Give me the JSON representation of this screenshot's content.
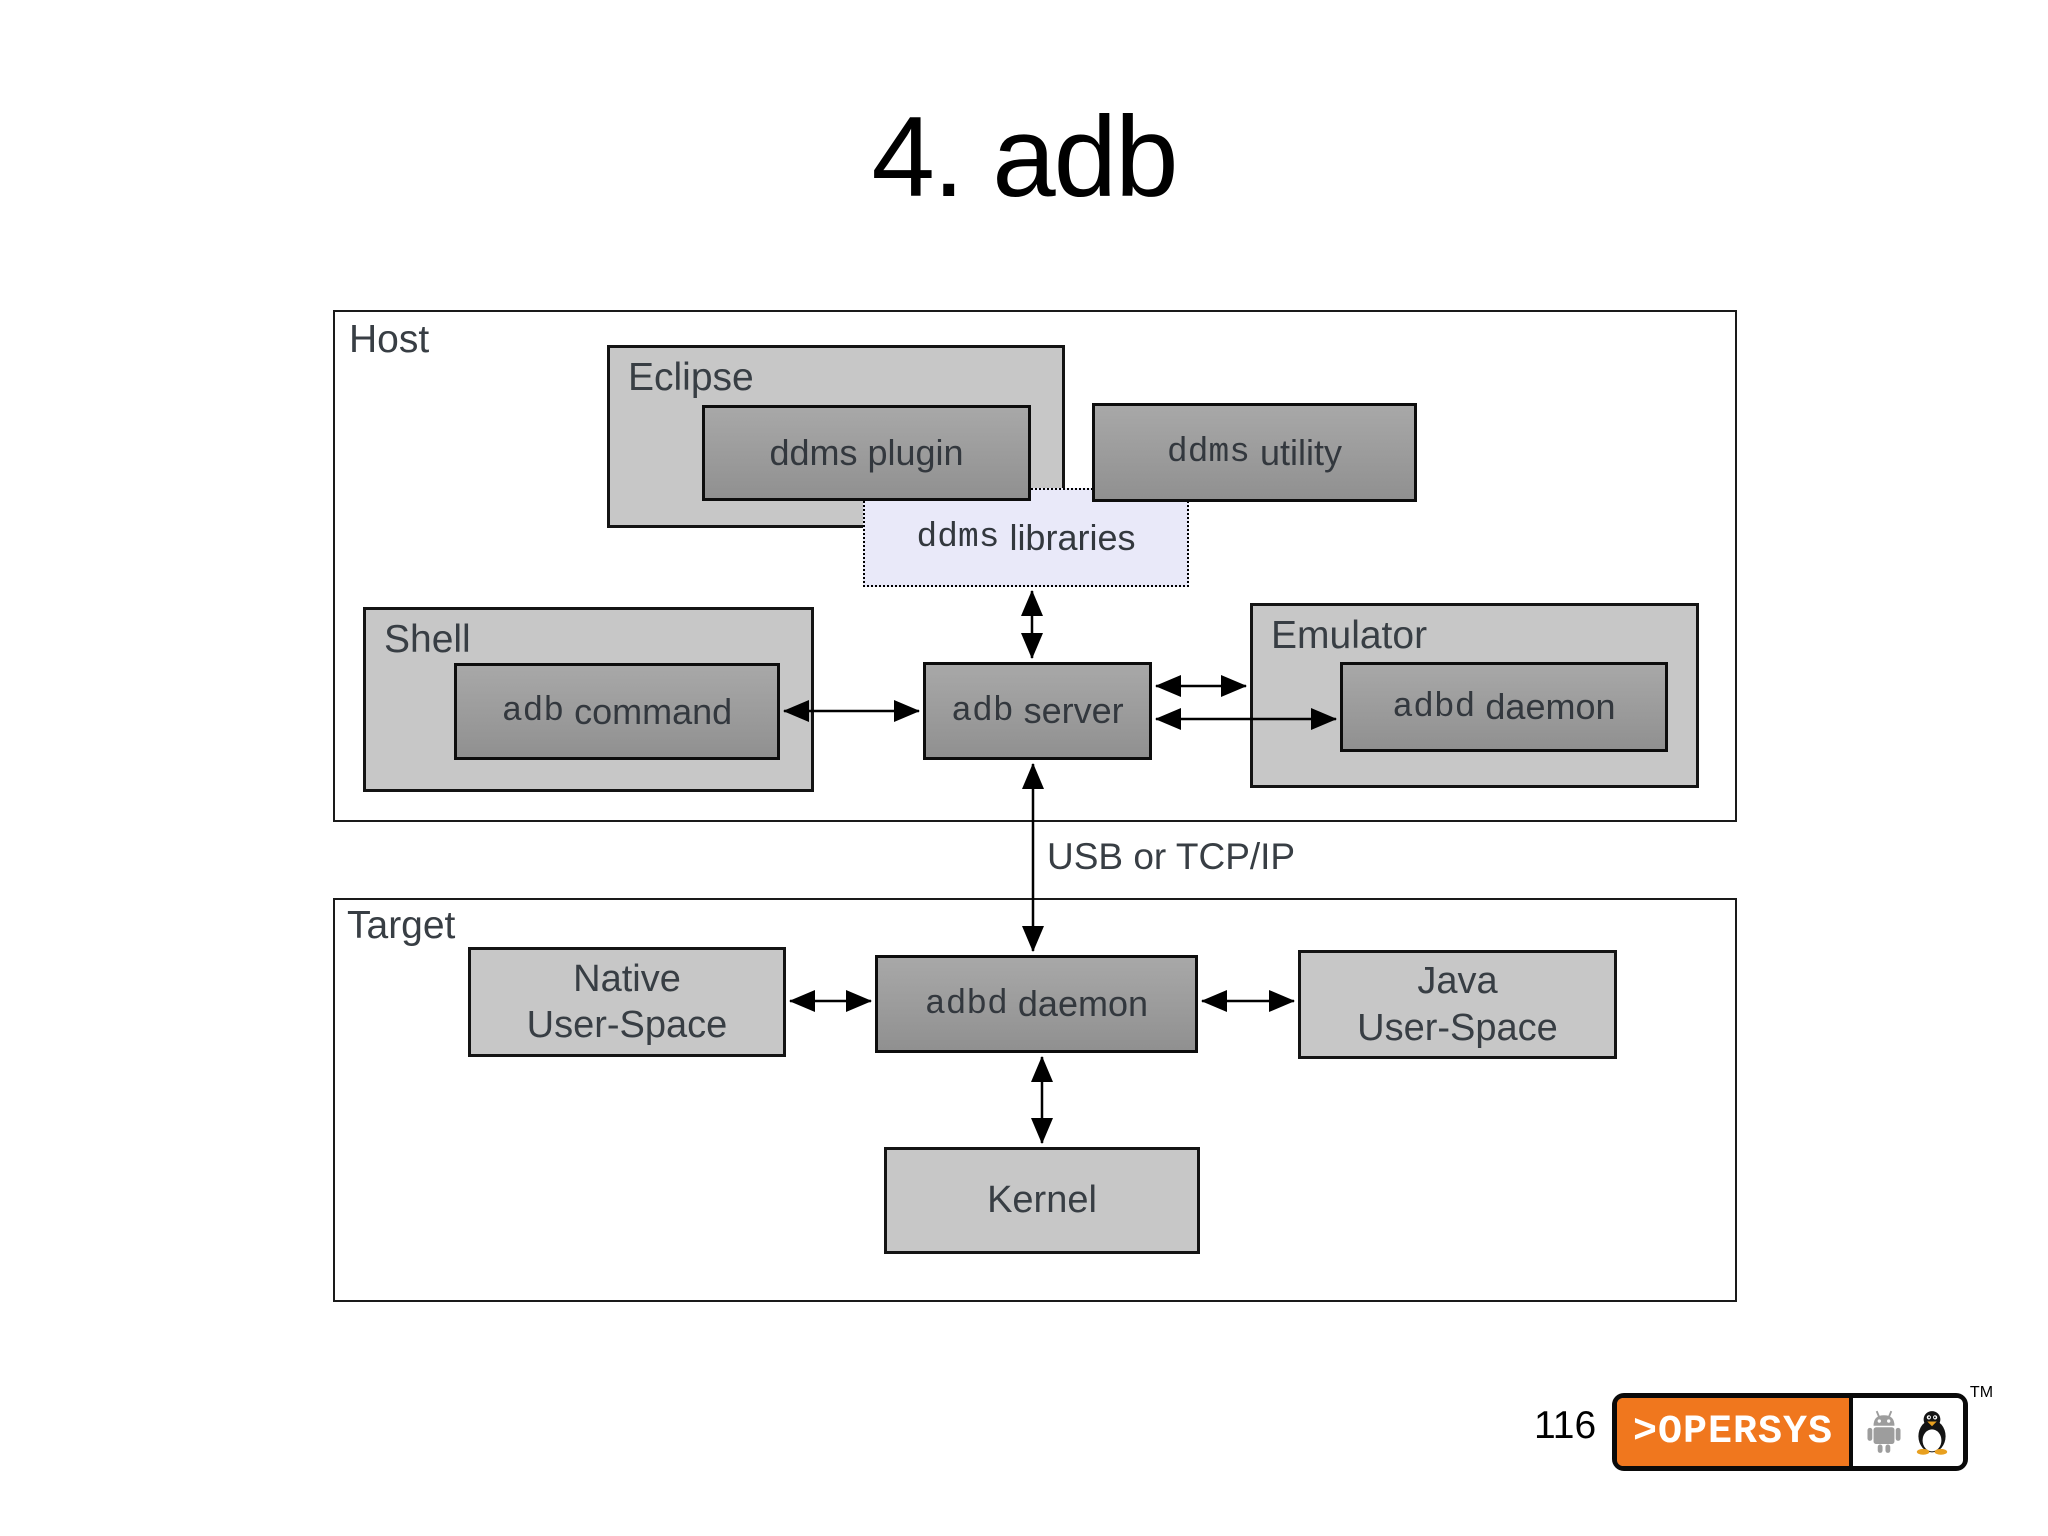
{
  "slide": {
    "title": "4. adb"
  },
  "colors": {
    "background": "#ffffff",
    "group_box_fill": "#c7c7c7",
    "module_box_fill": "#9b9b9b",
    "libraries_fill": "#e9e9f9",
    "label_text": "#383e44",
    "border": "#141414",
    "logo_orange": "#f0771e"
  },
  "host": {
    "label": "Host",
    "eclipse_label": "Eclipse",
    "ddms_plugin_label": "ddms plugin",
    "ddms_utility": {
      "mono": "ddms",
      "rest": " utility"
    },
    "ddms_libraries": {
      "mono": "ddms",
      "rest": " libraries"
    },
    "shell_label": "Shell",
    "adb_command": {
      "mono": "adb",
      "rest": " command"
    },
    "adb_server": {
      "mono": "adb",
      "rest": " server"
    },
    "emulator_label": "Emulator",
    "adbd_daemon": {
      "mono": "adbd",
      "rest": " daemon"
    }
  },
  "connection_label": "USB or TCP/IP",
  "target": {
    "label": "Target",
    "native_user_space": {
      "line1": "Native",
      "line2": "User-Space"
    },
    "adbd_daemon": {
      "mono": "adbd",
      "rest": " daemon"
    },
    "java_user_space": {
      "line1": "Java",
      "line2": "User-Space"
    },
    "kernel_label": "Kernel"
  },
  "footer": {
    "page_number": "116",
    "logo_text": ">OPERSYS",
    "trademark": "TM",
    "logo_icons": [
      "android-robot",
      "tux-penguin"
    ]
  }
}
